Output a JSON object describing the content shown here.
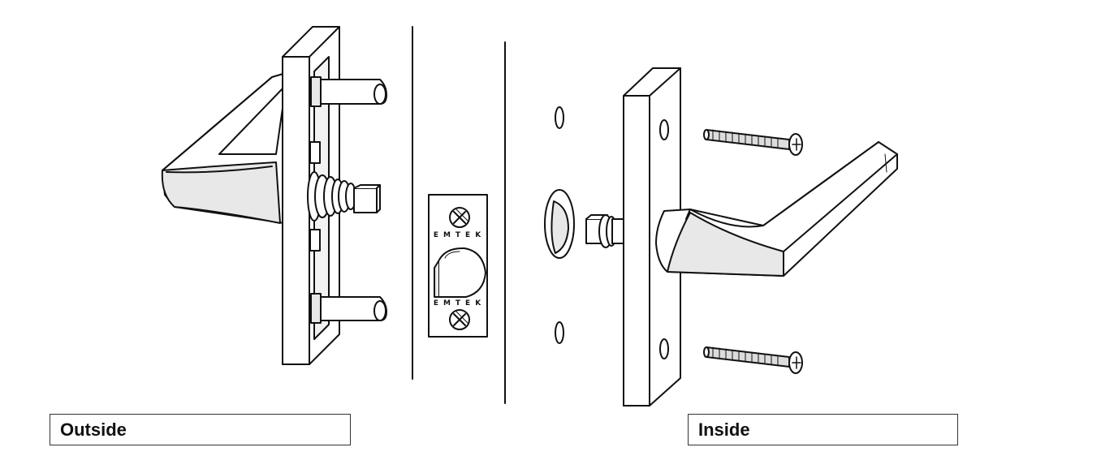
{
  "labels": {
    "outside": "Outside",
    "inside": "Inside"
  },
  "strike_plate_brand": "EMTEK",
  "colors": {
    "line": "#111111",
    "fill": "#ffffff",
    "shade": "#e8e8e8",
    "dark_shade": "#cfcfcf"
  },
  "icons": {
    "screw": "machine-screw",
    "handle": "lever-handle"
  }
}
